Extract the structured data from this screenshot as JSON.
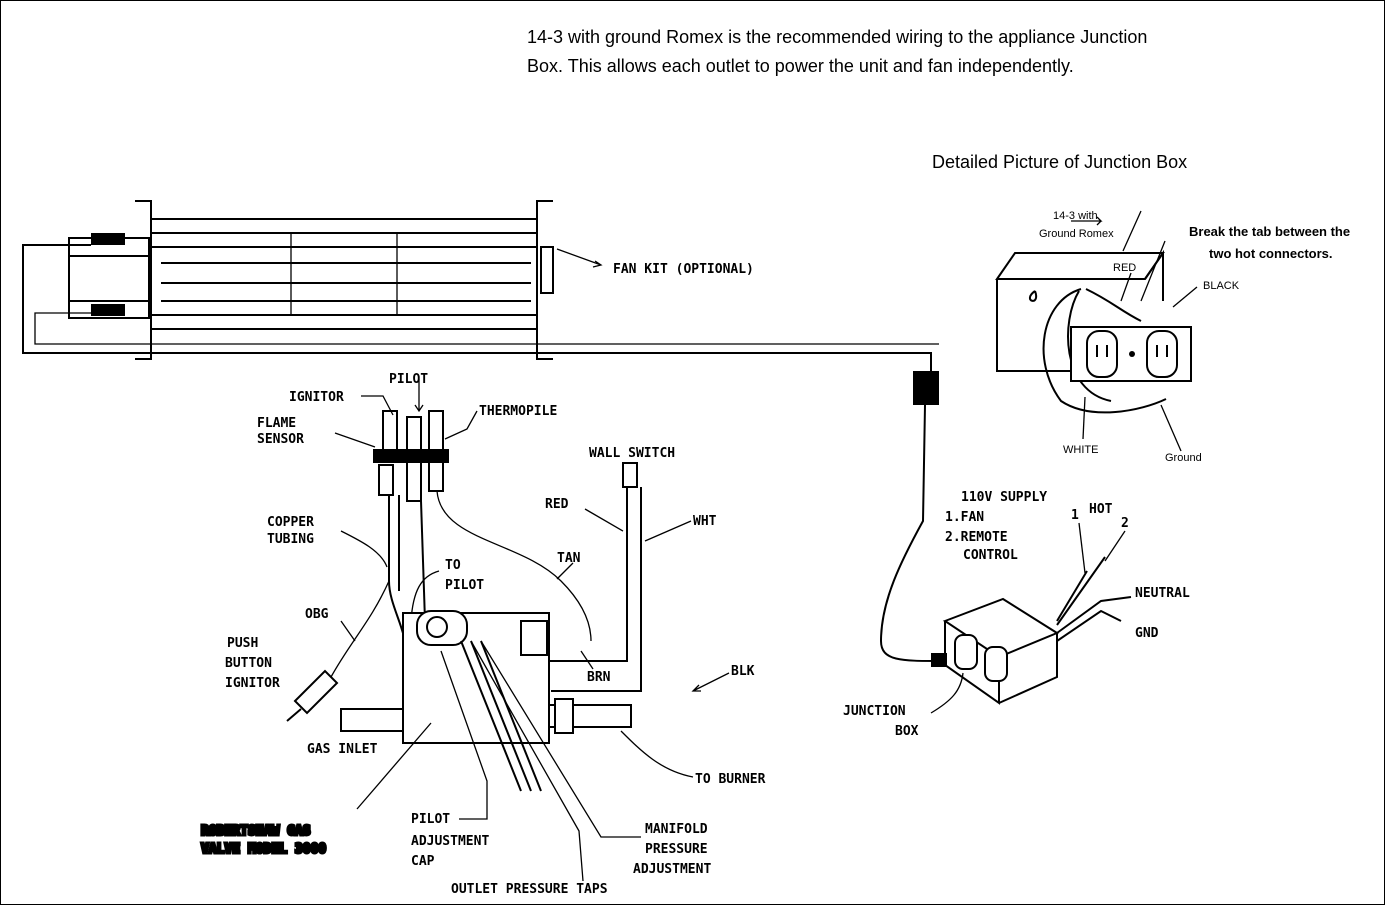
{
  "header_note": {
    "line1": "14-3 with ground Romex is the recommended wiring to the appliance Junction",
    "line2": "Box.  This allows each outlet to power the unit and fan independently."
  },
  "junction_box_detail": {
    "title": "Detailed Picture of Junction Box",
    "romex_1": "14-3 with",
    "romex_2": "Ground Romex",
    "break_note_1": "Break the tab between the",
    "break_note_2": "two hot connectors.",
    "red": "RED",
    "black": "BLACK",
    "white": "WHITE",
    "ground": "Ground"
  },
  "labels": {
    "fan_kit": "FAN KIT (OPTIONAL)",
    "pilot": "PILOT",
    "ignitor": "IGNITOR",
    "flame_1": "FLAME",
    "flame_2": "SENSOR",
    "thermopile": "THERMOPILE",
    "wall_switch": "WALL SWITCH",
    "red": "RED",
    "wht": "WHT",
    "tan": "TAN",
    "copper_1": "COPPER",
    "copper_2": "TUBING",
    "to_pilot_1": "TO",
    "to_pilot_2": "PILOT",
    "obg": "OBG",
    "push_1": "PUSH",
    "push_2": "BUTTON",
    "push_3": "IGNITOR",
    "brn": "BRN",
    "blk": "BLK",
    "gas_inlet": "GAS INLET",
    "to_burner": "TO BURNER",
    "pilot_adj_1": "PILOT",
    "pilot_adj_2": "ADJUSTMENT",
    "pilot_adj_3": "CAP",
    "manifold_1": "MANIFOLD",
    "manifold_2": "PRESSURE",
    "manifold_3": "ADJUSTMENT",
    "outlet_taps": "OUTLET PRESSURE TAPS",
    "supply_1": "110V SUPPLY",
    "supply_2": "1.FAN",
    "supply_3": "2.REMOTE",
    "supply_4": "CONTROL",
    "hot": "HOT",
    "hot_1": "1",
    "hot_2": "2",
    "neutral": "NEUTRAL",
    "gnd": "GND",
    "junction_1": "JUNCTION",
    "junction_2": "BOX",
    "valve_1": "ROBERTSHAW GAS",
    "valve_2": "VALVE MODEL 3000"
  }
}
